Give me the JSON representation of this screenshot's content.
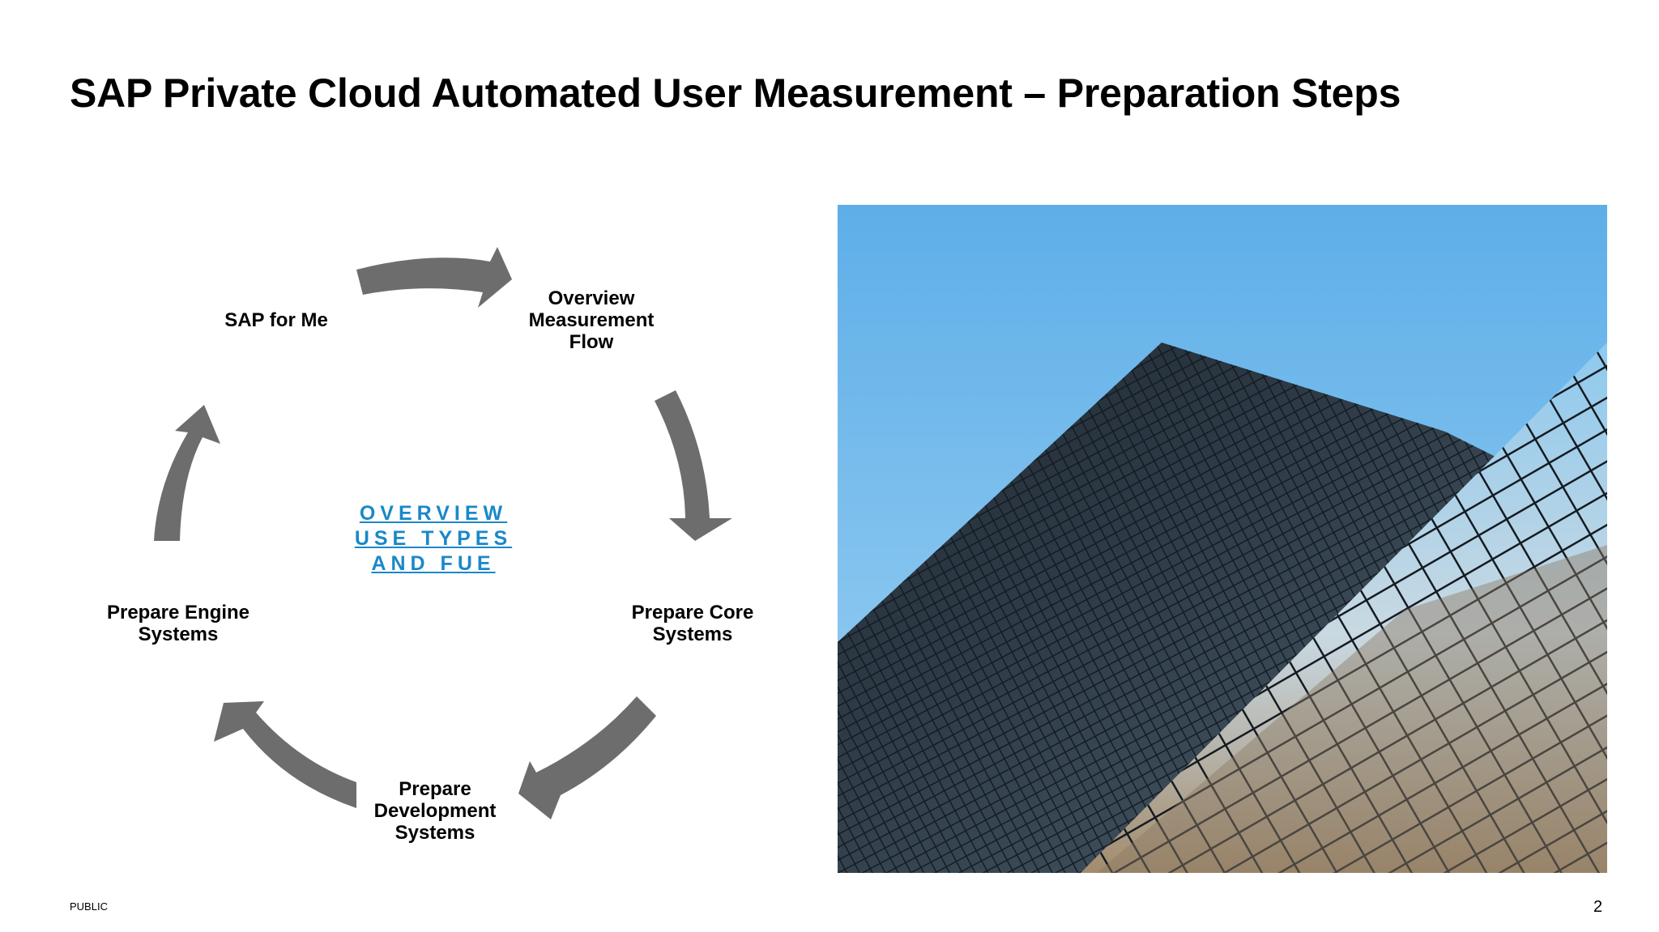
{
  "slide": {
    "title": "SAP Private Cloud Automated User Measurement – Preparation Steps",
    "classification": "PUBLIC",
    "page_number": "2"
  },
  "cycle": {
    "steps": [
      {
        "label": "SAP for Me"
      },
      {
        "label": "Overview\nMeasurement\nFlow"
      },
      {
        "label": "Prepare Core\nSystems"
      },
      {
        "label": "Prepare\nDevelopment\nSystems"
      },
      {
        "label": "Prepare Engine\nSystems"
      }
    ],
    "center_link": {
      "lines": [
        "OVERVIEW",
        "USE TYPES",
        "AND FUE"
      ]
    },
    "arrow_color": "#6d6d6d",
    "link_color": "#1a88c9"
  },
  "photo": {
    "subject": "skyscraper-glass-facade",
    "sky_color": "#6ab8ea"
  }
}
